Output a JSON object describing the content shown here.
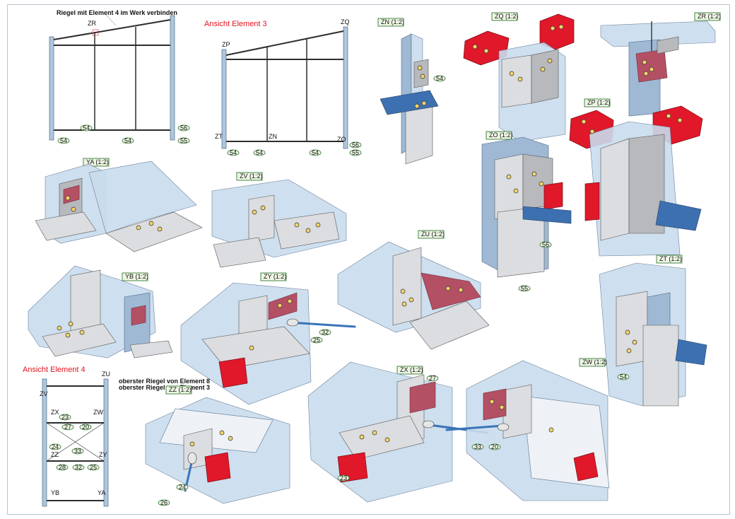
{
  "sheet": {
    "title_ansicht3": "Ansicht Element 3",
    "title_ansicht4": "Ansicht Element 4",
    "note_top": "Riegel mit Element 4 im Werk verbinden",
    "note_riegel1": "oberster Riegel von Element 8",
    "note_riegel2": "oberster Riegel von Element 3"
  },
  "elevation_top": {
    "marker_zr": "ZR",
    "tag_54a": "54",
    "tag_54b": "54",
    "tag_54c": "54",
    "tag_56": "56",
    "tag_55": "55"
  },
  "elevation3": {
    "zp": "ZP",
    "zq": "ZQ",
    "zt": "ZT",
    "zn": "ZN",
    "zo": "ZO",
    "t54a": "54",
    "t54b": "54",
    "t54c": "54",
    "t56": "56",
    "t55": "55"
  },
  "elevation4": {
    "zu": "ZU",
    "zv": "ZV",
    "zx": "ZX",
    "zw": "ZW",
    "zz": "ZZ",
    "zy": "ZY",
    "yb": "YB",
    "ya": "YA",
    "t23": "23",
    "t27": "27",
    "t20": "20",
    "t24": "24",
    "t33": "33",
    "t28": "28",
    "t32": "32",
    "t25": "25"
  },
  "details": [
    {
      "label": "ZN (1:2)"
    },
    {
      "label": "ZQ (1:2)"
    },
    {
      "label": "ZR (1:2)"
    },
    {
      "label": "ZP (1:2)"
    },
    {
      "label": "ZO (1:2)"
    },
    {
      "label": "YA (1:2)"
    },
    {
      "label": "ZV (1:2)"
    },
    {
      "label": "ZU (1:2)"
    },
    {
      "label": "ZT (1:2)"
    },
    {
      "label": "YB (1:2)"
    },
    {
      "label": "ZY (1:2)"
    },
    {
      "label": "ZW (1:2)"
    },
    {
      "label": "ZX (1:2)"
    },
    {
      "label": "ZZ (1:2)"
    }
  ],
  "callouts": {
    "zn54": "54",
    "zo56": "56",
    "zo55": "55",
    "zw54": "54",
    "zy32": "32",
    "zy25": "25",
    "zx27": "27",
    "zx33": "33",
    "zx20": "20",
    "zx23": "23",
    "zz24": "24",
    "zz26": "26"
  },
  "colors": {
    "heading_red": "#e1141e",
    "connector_red": "#e0182a",
    "steel_blue": "#9fb9d4",
    "label_green": "#1f6b1f"
  }
}
